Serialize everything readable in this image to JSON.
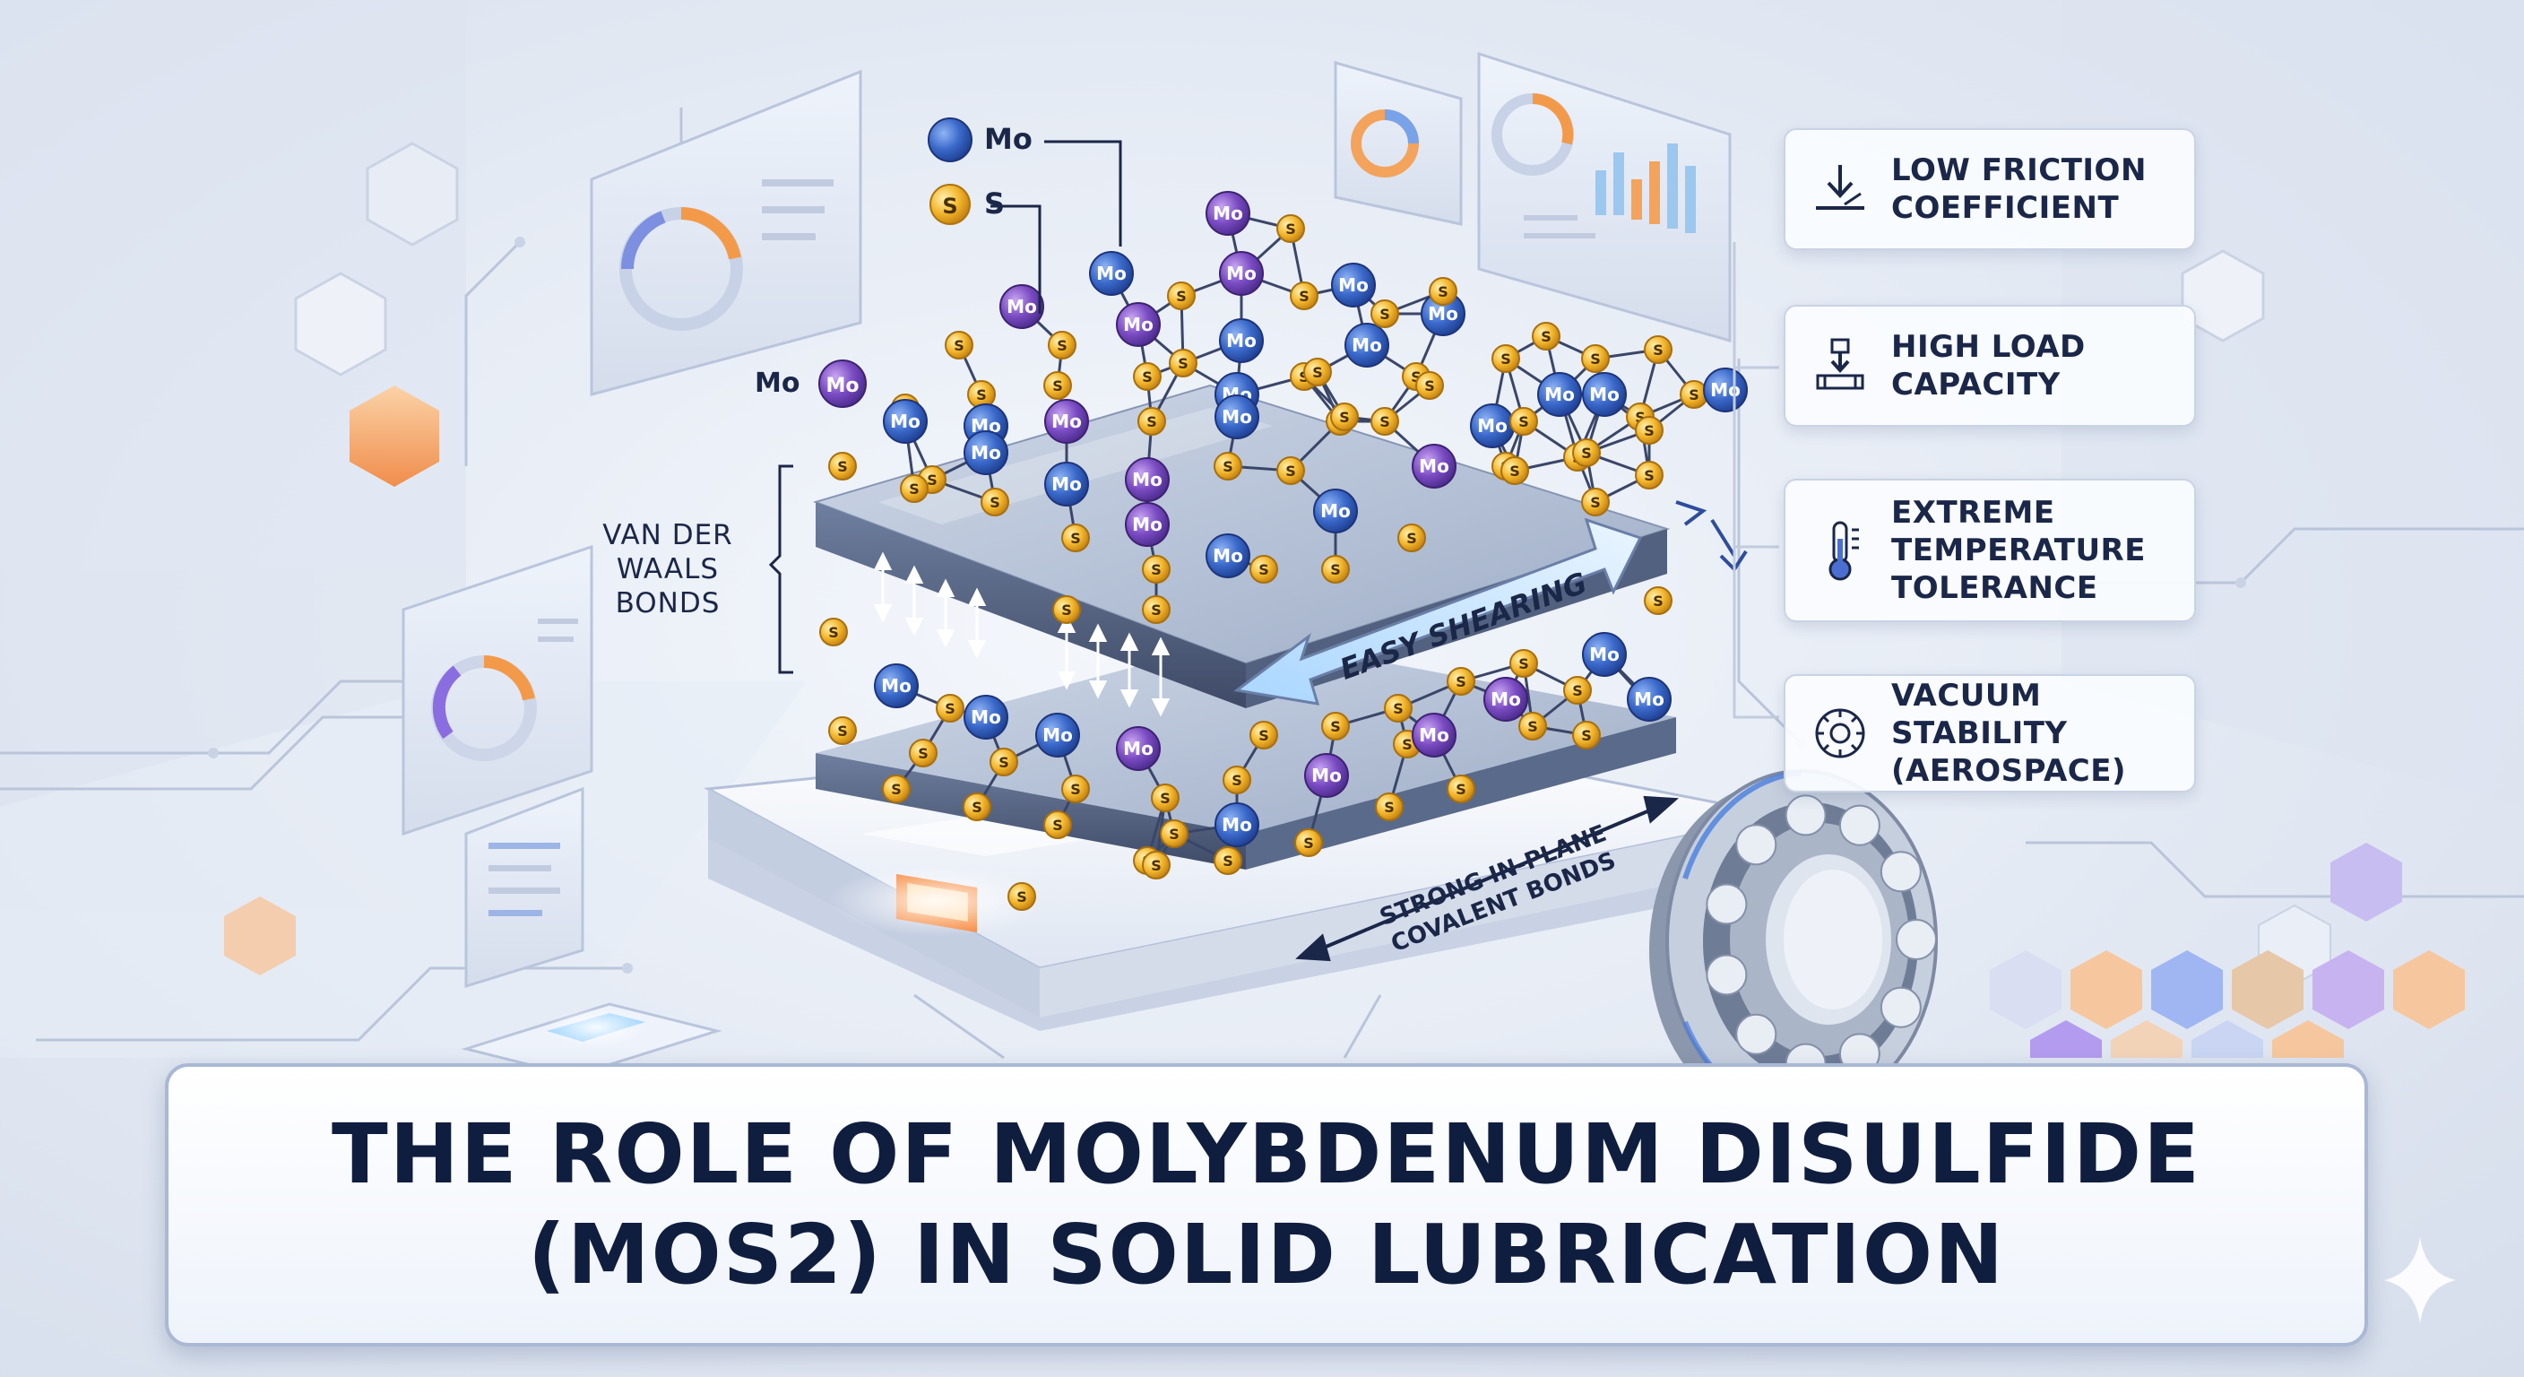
{
  "legend": {
    "mo": "Mo",
    "s": "S"
  },
  "atoms": {
    "mo": "Mo",
    "s": "S"
  },
  "labels": {
    "vdw_line1": "VAN DER",
    "vdw_line2": "WAALS",
    "vdw_line3": "BONDS",
    "easy_shearing": "EASY SHEARING",
    "strong_line1": "STRONG IN-PLANE",
    "strong_line2": "COVALENT BONDS",
    "mo_side": "Mo"
  },
  "features": [
    {
      "icon": "low-friction-icon",
      "line1": "LOW FRICTION",
      "line2": "COEFFICIENT",
      "line3": ""
    },
    {
      "icon": "high-load-icon",
      "line1": "HIGH LOAD",
      "line2": "CAPACITY",
      "line3": ""
    },
    {
      "icon": "thermometer-icon",
      "line1": "EXTREME",
      "line2": "TEMPERATURE",
      "line3": "TOLERANCE"
    },
    {
      "icon": "vacuum-stability-icon",
      "line1": "VACUUM STABILITY",
      "line2": "(AEROSPACE)",
      "line3": ""
    }
  ],
  "title": {
    "line1": "THE ROLE OF MOLYBDENUM DISULFIDE",
    "line2": "(MOS2) IN SOLID LUBRICATION"
  },
  "colors": {
    "mo_blue": "#2f5fc4",
    "mo_purple": "#7a4bc2",
    "sulfur": "#f1b52a",
    "accent_orange": "#f59a4a",
    "accent_light_blue": "#bfe0ff",
    "title_text": "#0f1d3f"
  }
}
